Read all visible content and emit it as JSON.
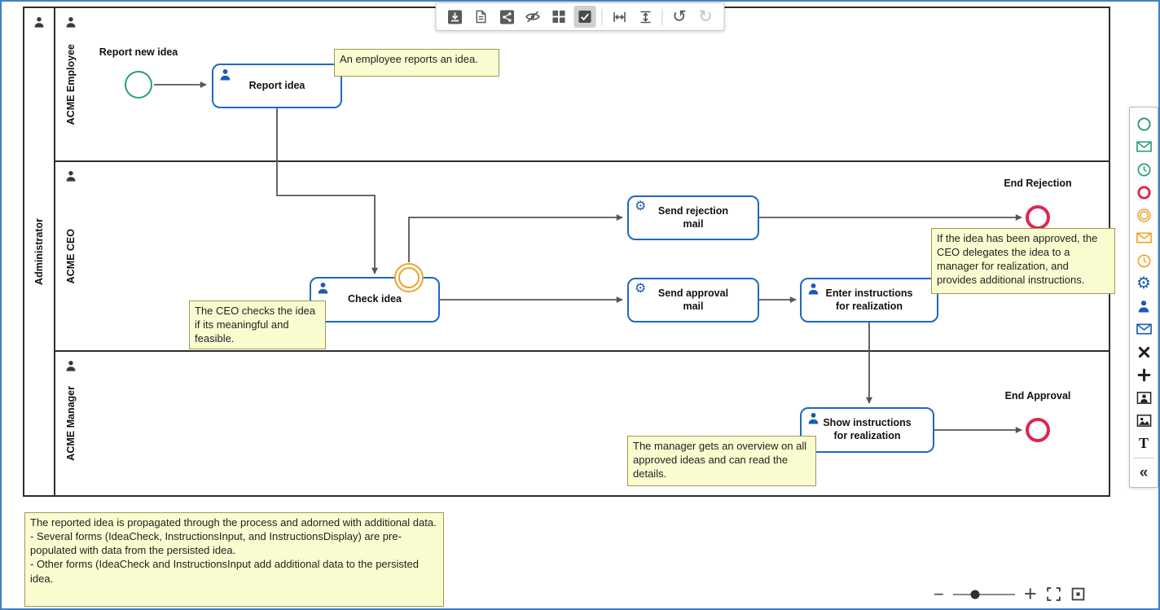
{
  "window": {
    "border_color": "#3f7fca"
  },
  "toolbar": {
    "buttons": [
      {
        "name": "export-icon"
      },
      {
        "name": "document-icon"
      },
      {
        "name": "share-icon"
      },
      {
        "name": "hide-overlays-icon"
      },
      {
        "name": "grid-icon"
      },
      {
        "name": "checked-checkbox-icon",
        "state": "active"
      },
      {
        "name": "fit-width-icon"
      },
      {
        "name": "fit-height-icon"
      },
      {
        "name": "undo-icon"
      },
      {
        "name": "redo-icon",
        "state": "disabled"
      }
    ]
  },
  "pool": {
    "label": "Administrator",
    "lanes": [
      {
        "label": "ACME Employee"
      },
      {
        "label": "ACME CEO"
      },
      {
        "label": "ACME Manager"
      }
    ]
  },
  "events": {
    "start": {
      "label": "Report new idea",
      "type": "start-event",
      "color": "#2a9d78"
    },
    "boundary": {
      "type": "intermediate-boundary-event",
      "color": "#efa32a"
    },
    "end_rejection": {
      "label": "End Rejection",
      "type": "end-event",
      "color": "#e0254f"
    },
    "end_approval": {
      "label": "End Approval",
      "type": "end-event",
      "color": "#e0254f"
    }
  },
  "tasks": {
    "report_idea": {
      "label": "Report idea",
      "type": "user-task"
    },
    "check_idea": {
      "label": "Check idea",
      "type": "user-task"
    },
    "send_rejection_mail": {
      "label": "Send rejection mail",
      "type": "service-task"
    },
    "send_approval_mail": {
      "label": "Send approval mail",
      "type": "service-task"
    },
    "enter_instructions": {
      "label": "Enter instructions for realization",
      "type": "user-task"
    },
    "show_instructions": {
      "label": "Show instructions for realization",
      "type": "user-task"
    }
  },
  "annotations": {
    "employee_reports": "An employee reports an idea.",
    "ceo_checks": "The CEO checks the idea if its meaningful and feasible.",
    "ceo_delegates": "If the idea has been approved, the CEO delegates the idea to a manager for realization, and provides additional instructions.",
    "manager_overview": "The manager gets an overview on all approved ideas and can read the details.",
    "process_note": "The reported idea is propagated through the process and adorned with additional data.\n- Several forms (IdeaCheck, InstructionsInput, and InstructionsDisplay) are pre-populated with data from the persisted idea.\n- Other forms (IdeaCheck and InstructionsInput add additional data to the persisted idea."
  },
  "palette": {
    "icons": [
      "start-event-icon",
      "message-start-event-icon",
      "timer-start-event-icon",
      "end-event-icon",
      "intermediate-event-icon",
      "message-intermediate-event-icon",
      "timer-intermediate-event-icon",
      "service-task-icon",
      "user-task-icon",
      "send-task-icon",
      "exclusive-gateway-icon",
      "parallel-gateway-icon",
      "participant-icon",
      "image-icon",
      "text-annotation-icon",
      "collapse-palette-icon"
    ]
  },
  "zoom": {
    "controls": [
      "zoom-out-icon",
      "zoom-slider",
      "zoom-in-icon",
      "fit-viewport-icon",
      "reset-view-icon"
    ]
  },
  "colors": {
    "task_border": "#1e68c6",
    "task_icon": "#1a5cb0",
    "flow": "#565656",
    "note_bg": "#fbfbd0",
    "note_border": "#9b9b55",
    "start_event": "#2a9d78",
    "end_event": "#e0254f",
    "intermediate_event": "#efa32a",
    "frame": "#3f7fca"
  }
}
